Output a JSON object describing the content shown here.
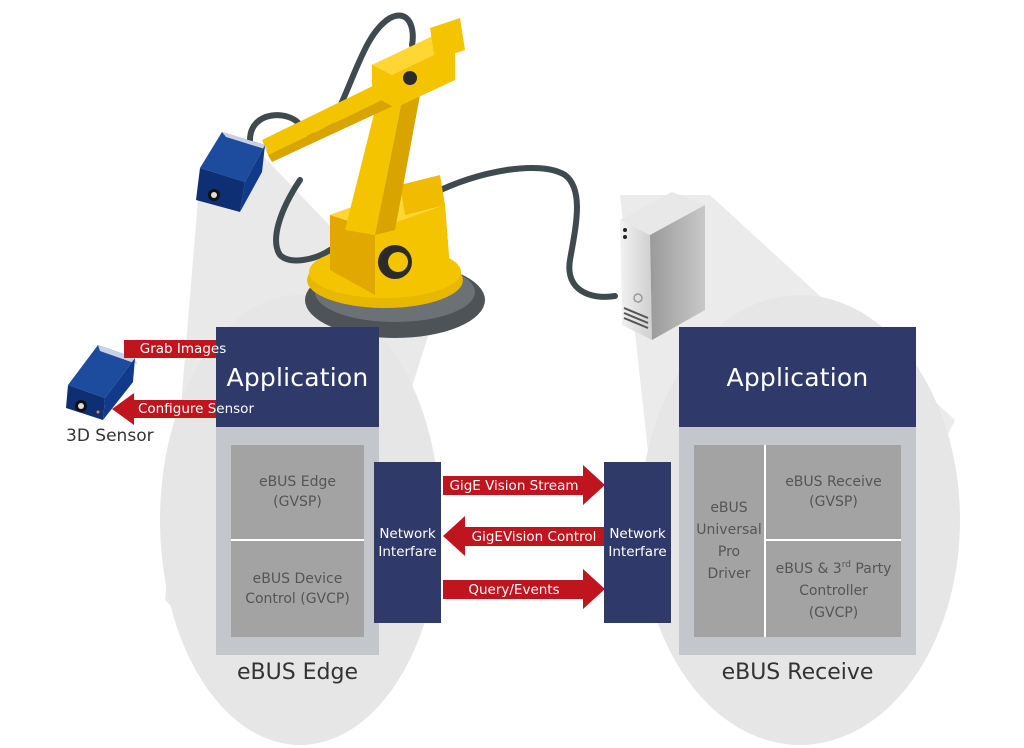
{
  "colors": {
    "application_blue": "#2f3a6b",
    "arrow_red": "#c0141e",
    "panel_gray": "#c3c6cb",
    "cell_gray": "#a3a3a3",
    "robot_yellow": "#f5c400",
    "sensor_blue": "#123a8a"
  },
  "left_sensor": {
    "label": "3D Sensor",
    "arrows": [
      {
        "label": "Grab Images",
        "direction": "right"
      },
      {
        "label": "Configure Sensor",
        "direction": "left"
      }
    ]
  },
  "edge": {
    "application": "Application",
    "cells": [
      {
        "line1": "eBUS Edge",
        "line2": "(GVSP)"
      },
      {
        "line1": "eBUS Device",
        "line2": "Control (GVCP)"
      }
    ],
    "network_interface": {
      "line1": "Network",
      "line2": "Interfare"
    },
    "caption": "eBUS Edge"
  },
  "link_arrows": [
    {
      "label": "GigE Vision Stream",
      "direction": "right"
    },
    {
      "label": "GigEVision Control",
      "direction": "left"
    },
    {
      "label": "Query/Events",
      "direction": "right"
    }
  ],
  "receive": {
    "application": "Application",
    "network_interface": {
      "line1": "Network",
      "line2": "Interfare"
    },
    "driver": [
      "eBUS",
      "Universal",
      "Pro",
      "Driver"
    ],
    "cells": {
      "gvsp": {
        "line1": "eBUS Receive",
        "line2": "(GVSP)"
      },
      "gvcp": {
        "line1_pre": "eBUS & 3",
        "line1_sup": "rd",
        "line1_post": " Party",
        "line2": "Controller",
        "line3": "(GVCP)"
      }
    },
    "caption": "eBUS Receive"
  },
  "icons": [
    "robot-arm-icon",
    "mounted-3d-sensor-icon",
    "server-tower-icon",
    "3d-sensor-icon",
    "cable-icon"
  ]
}
